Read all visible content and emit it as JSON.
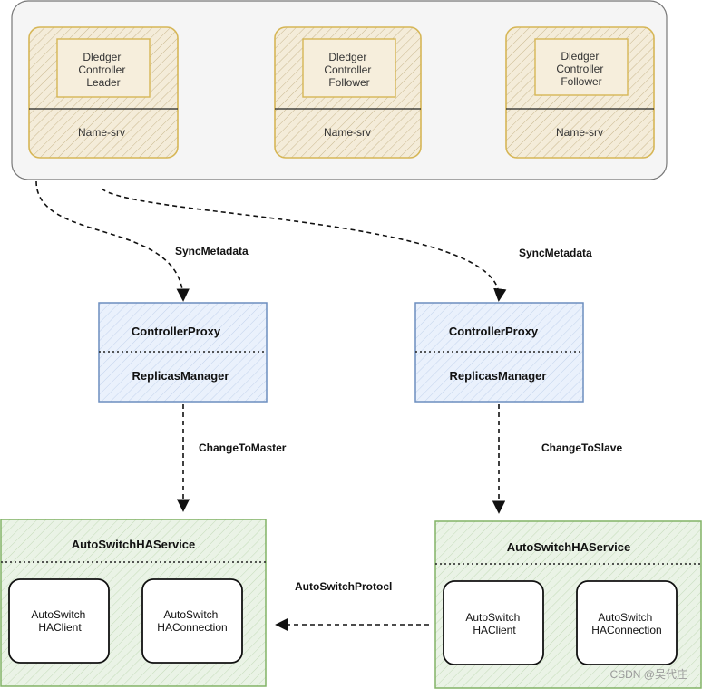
{
  "cluster": {
    "nodes": [
      {
        "controller_lines": [
          "Dledger",
          "Controller",
          "Leader"
        ],
        "namesrv": "Name-srv"
      },
      {
        "controller_lines": [
          "Dledger",
          "Controller",
          "Follower"
        ],
        "namesrv": "Name-srv"
      },
      {
        "controller_lines": [
          "Dledger",
          "Controller",
          "Follower"
        ],
        "namesrv": "Name-srv"
      }
    ]
  },
  "edges": {
    "sync_left": "SyncMetadata",
    "sync_right": "SyncMetadata",
    "change_master": "ChangeToMaster",
    "change_slave": "ChangeToSlave",
    "protocol": "AutoSwitchProtocl"
  },
  "proxy_left": {
    "top": "ControllerProxy",
    "bottom": "ReplicasManager"
  },
  "proxy_right": {
    "top": "ControllerProxy",
    "bottom": "ReplicasManager"
  },
  "ha_left": {
    "title": "AutoSwitchHAService",
    "client": [
      "AutoSwitch",
      "HAClient"
    ],
    "connection": [
      "AutoSwitch",
      "HAConnection"
    ]
  },
  "ha_right": {
    "title": "AutoSwitchHAService",
    "client": [
      "AutoSwitch",
      "HAClient"
    ],
    "connection": [
      "AutoSwitch",
      "HAConnection"
    ]
  },
  "watermark": "CSDN @吴代庄",
  "colors": {
    "node_stroke": "#d6b656",
    "node_fill": "#f3ead6",
    "proxy_stroke": "#6c8ebf",
    "proxy_fill": "#dae8fc",
    "ha_stroke": "#82b366",
    "ha_fill": "#d5e8d4"
  }
}
